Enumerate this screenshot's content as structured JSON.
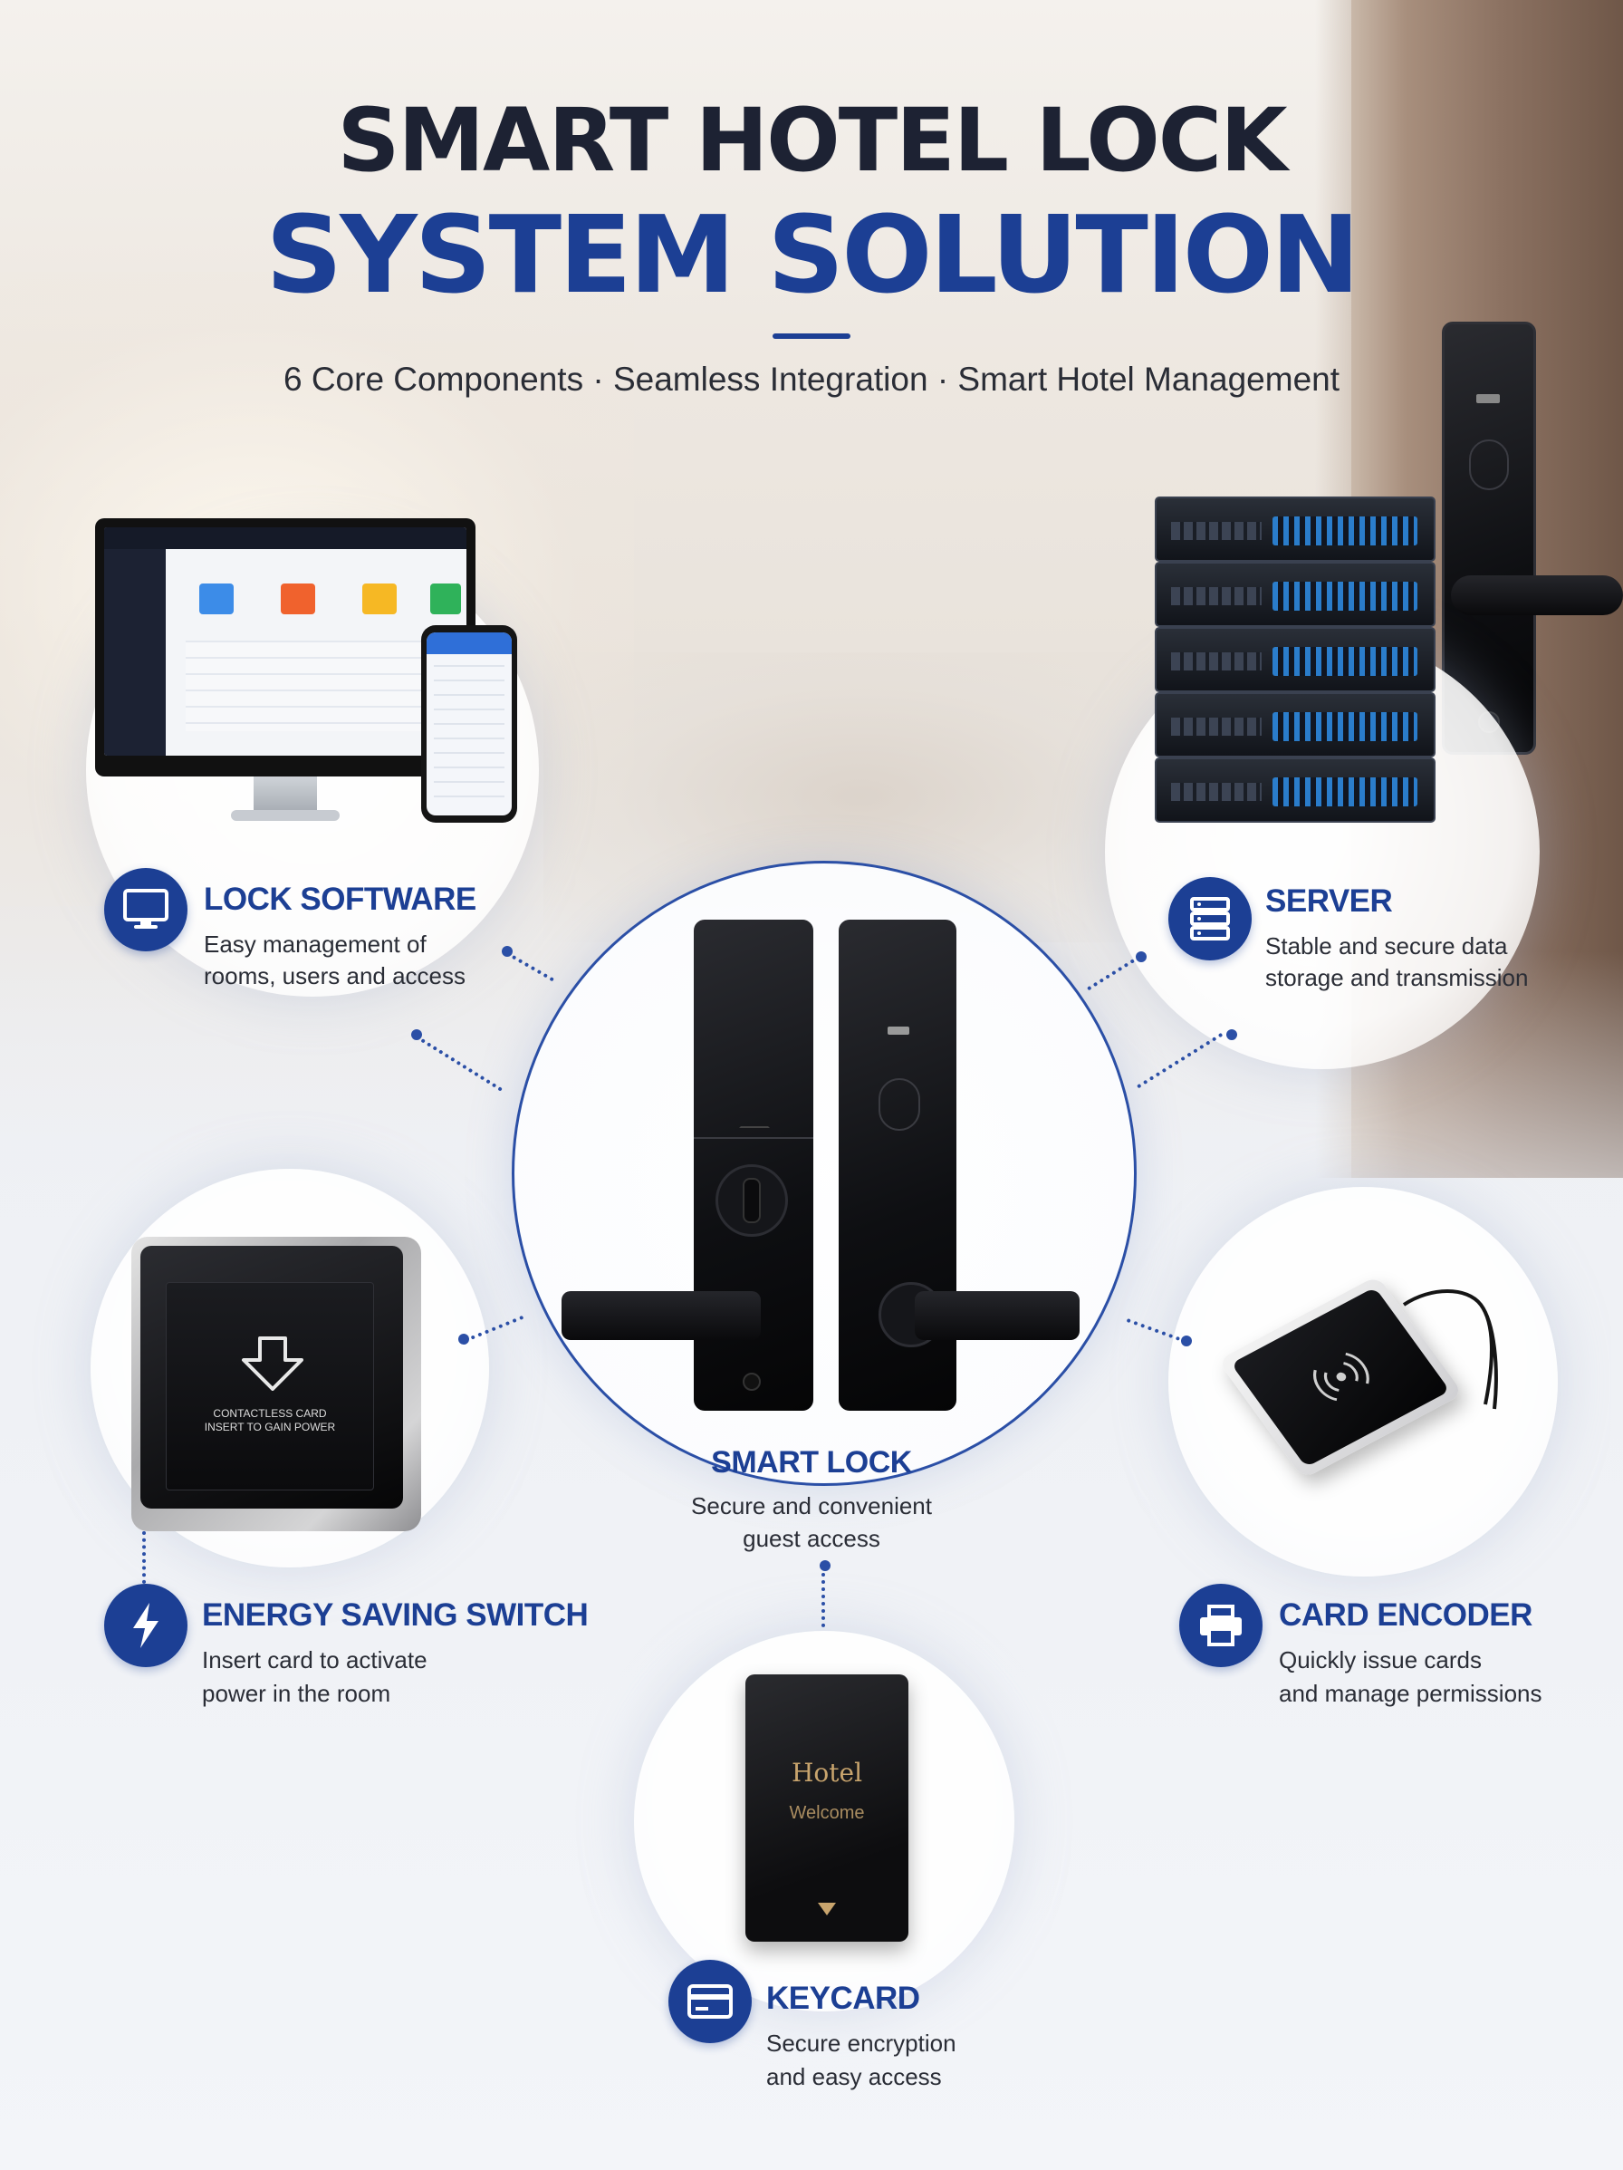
{
  "header": {
    "title_line1": "SMART HOTEL LOCK",
    "title_line2": "SYSTEM SOLUTION",
    "subtitle": "6 Core Components · Seamless Integration · Smart Hotel Management"
  },
  "components": {
    "lock_software": {
      "title": "LOCK SOFTWARE",
      "desc_line1": "Easy management of",
      "desc_line2": "rooms, users and access",
      "icon": "monitor-icon"
    },
    "server": {
      "title": "SERVER",
      "desc_line1": "Stable and secure data",
      "desc_line2": "storage and transmission",
      "icon": "server-icon"
    },
    "smart_lock": {
      "title": "SMART LOCK",
      "desc_line1": "Secure and convenient",
      "desc_line2": "guest access"
    },
    "energy_switch": {
      "title": "ENERGY SAVING SWITCH",
      "desc_line1": "Insert card to activate",
      "desc_line2": "power in the room",
      "icon": "lightning-icon",
      "device_text_line1": "CONTACTLESS CARD",
      "device_text_line2": "INSERT TO GAIN POWER"
    },
    "card_encoder": {
      "title": "CARD ENCODER",
      "desc_line1": "Quickly issue cards",
      "desc_line2": "and manage permissions",
      "icon": "printer-icon"
    },
    "keycard": {
      "title": "KEYCARD",
      "desc_line1": "Secure encryption",
      "desc_line2": "and easy access",
      "icon": "card-icon",
      "card_text_line1": "Hotel",
      "card_text_line2": "Welcome"
    }
  },
  "colors": {
    "brand_blue": "#1c3f94",
    "title_dark": "#1d2233",
    "body_text": "#2a2d36"
  }
}
